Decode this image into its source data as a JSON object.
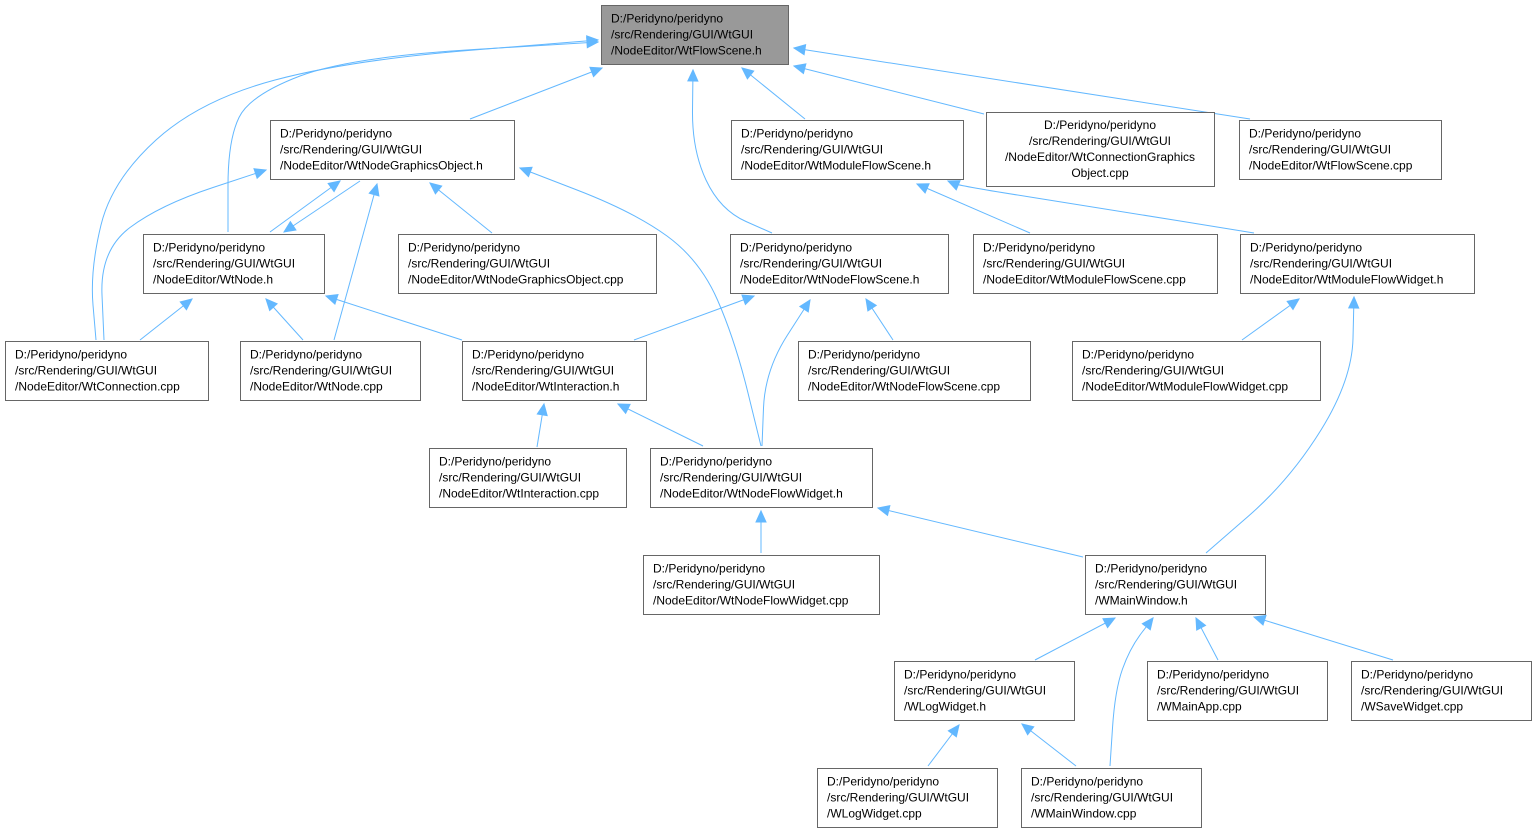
{
  "diagram": {
    "type": "include-dependency-graph",
    "edge_color": "#63b8ff",
    "root_fill": "#999999",
    "node_fill": "#ffffff",
    "node_border": "#666666",
    "nodes": [
      {
        "id": "root",
        "lines": [
          "D:/Peridyno/peridyno",
          "/src/Rendering/GUI/WtGUI",
          "/NodeEditor/WtFlowScene.h"
        ]
      },
      {
        "id": "ngo_h",
        "lines": [
          "D:/Peridyno/peridyno",
          "/src/Rendering/GUI/WtGUI",
          "/NodeEditor/WtNodeGraphicsObject.h"
        ]
      },
      {
        "id": "mfs_h",
        "lines": [
          "D:/Peridyno/peridyno",
          "/src/Rendering/GUI/WtGUI",
          "/NodeEditor/WtModuleFlowScene.h"
        ]
      },
      {
        "id": "cgo_cpp",
        "lines": [
          "D:/Peridyno/peridyno",
          "/src/Rendering/GUI/WtGUI",
          "/NodeEditor/WtConnectionGraphics",
          "Object.cpp"
        ]
      },
      {
        "id": "fs_cpp",
        "lines": [
          "D:/Peridyno/peridyno",
          "/src/Rendering/GUI/WtGUI",
          "/NodeEditor/WtFlowScene.cpp"
        ]
      },
      {
        "id": "node_h",
        "lines": [
          "D:/Peridyno/peridyno",
          "/src/Rendering/GUI/WtGUI",
          "/NodeEditor/WtNode.h"
        ]
      },
      {
        "id": "ngo_cpp",
        "lines": [
          "D:/Peridyno/peridyno",
          "/src/Rendering/GUI/WtGUI",
          "/NodeEditor/WtNodeGraphicsObject.cpp"
        ]
      },
      {
        "id": "nfs_h",
        "lines": [
          "D:/Peridyno/peridyno",
          "/src/Rendering/GUI/WtGUI",
          "/NodeEditor/WtNodeFlowScene.h"
        ]
      },
      {
        "id": "mfs_cpp",
        "lines": [
          "D:/Peridyno/peridyno",
          "/src/Rendering/GUI/WtGUI",
          "/NodeEditor/WtModuleFlowScene.cpp"
        ]
      },
      {
        "id": "mfw_h",
        "lines": [
          "D:/Peridyno/peridyno",
          "/src/Rendering/GUI/WtGUI",
          "/NodeEditor/WtModuleFlowWidget.h"
        ]
      },
      {
        "id": "conn_cpp",
        "lines": [
          "D:/Peridyno/peridyno",
          "/src/Rendering/GUI/WtGUI",
          "/NodeEditor/WtConnection.cpp"
        ]
      },
      {
        "id": "node_cpp",
        "lines": [
          "D:/Peridyno/peridyno",
          "/src/Rendering/GUI/WtGUI",
          "/NodeEditor/WtNode.cpp"
        ]
      },
      {
        "id": "inter_h",
        "lines": [
          "D:/Peridyno/peridyno",
          "/src/Rendering/GUI/WtGUI",
          "/NodeEditor/WtInteraction.h"
        ]
      },
      {
        "id": "nfs_cpp",
        "lines": [
          "D:/Peridyno/peridyno",
          "/src/Rendering/GUI/WtGUI",
          "/NodeEditor/WtNodeFlowScene.cpp"
        ]
      },
      {
        "id": "mfw_cpp",
        "lines": [
          "D:/Peridyno/peridyno",
          "/src/Rendering/GUI/WtGUI",
          "/NodeEditor/WtModuleFlowWidget.cpp"
        ]
      },
      {
        "id": "inter_cpp",
        "lines": [
          "D:/Peridyno/peridyno",
          "/src/Rendering/GUI/WtGUI",
          "/NodeEditor/WtInteraction.cpp"
        ]
      },
      {
        "id": "nfw_h",
        "lines": [
          "D:/Peridyno/peridyno",
          "/src/Rendering/GUI/WtGUI",
          "/NodeEditor/WtNodeFlowWidget.h"
        ]
      },
      {
        "id": "nfw_cpp",
        "lines": [
          "D:/Peridyno/peridyno",
          "/src/Rendering/GUI/WtGUI",
          "/NodeEditor/WtNodeFlowWidget.cpp"
        ]
      },
      {
        "id": "mainwin_h",
        "lines": [
          "D:/Peridyno/peridyno",
          "/src/Rendering/GUI/WtGUI",
          "/WMainWindow.h"
        ]
      },
      {
        "id": "log_h",
        "lines": [
          "D:/Peridyno/peridyno",
          "/src/Rendering/GUI/WtGUI",
          "/WLogWidget.h"
        ]
      },
      {
        "id": "mainapp_cpp",
        "lines": [
          "D:/Peridyno/peridyno",
          "/src/Rendering/GUI/WtGUI",
          "/WMainApp.cpp"
        ]
      },
      {
        "id": "save_cpp",
        "lines": [
          "D:/Peridyno/peridyno",
          "/src/Rendering/GUI/WtGUI",
          "/WSaveWidget.cpp"
        ]
      },
      {
        "id": "log_cpp",
        "lines": [
          "D:/Peridyno/peridyno",
          "/src/Rendering/GUI/WtGUI",
          "/WLogWidget.cpp"
        ]
      },
      {
        "id": "mainwin_cpp",
        "lines": [
          "D:/Peridyno/peridyno",
          "/src/Rendering/GUI/WtGUI",
          "/WMainWindow.cpp"
        ]
      }
    ],
    "edges": [
      {
        "from": "ngo_h",
        "to": "root"
      },
      {
        "from": "mfs_h",
        "to": "root"
      },
      {
        "from": "cgo_cpp",
        "to": "root"
      },
      {
        "from": "fs_cpp",
        "to": "root"
      },
      {
        "from": "node_h",
        "to": "root"
      },
      {
        "from": "nfs_h",
        "to": "root"
      },
      {
        "from": "conn_cpp",
        "to": "root"
      },
      {
        "from": "node_h",
        "to": "ngo_h"
      },
      {
        "from": "ngo_h",
        "to": "node_h"
      },
      {
        "from": "ngo_cpp",
        "to": "ngo_h"
      },
      {
        "from": "conn_cpp",
        "to": "ngo_h"
      },
      {
        "from": "node_cpp",
        "to": "ngo_h"
      },
      {
        "from": "nfw_h",
        "to": "ngo_h"
      },
      {
        "from": "conn_cpp",
        "to": "node_h"
      },
      {
        "from": "node_cpp",
        "to": "node_h"
      },
      {
        "from": "inter_h",
        "to": "node_h"
      },
      {
        "from": "mfs_cpp",
        "to": "mfs_h"
      },
      {
        "from": "mfw_h",
        "to": "mfs_h"
      },
      {
        "from": "inter_h",
        "to": "nfs_h"
      },
      {
        "from": "nfs_cpp",
        "to": "nfs_h"
      },
      {
        "from": "nfw_h",
        "to": "nfs_h"
      },
      {
        "from": "mfw_cpp",
        "to": "mfw_h"
      },
      {
        "from": "mainwin_h",
        "to": "mfw_h"
      },
      {
        "from": "inter_cpp",
        "to": "inter_h"
      },
      {
        "from": "nfw_h",
        "to": "inter_h"
      },
      {
        "from": "nfw_cpp",
        "to": "nfw_h"
      },
      {
        "from": "mainwin_h",
        "to": "nfw_h"
      },
      {
        "from": "log_h",
        "to": "mainwin_h"
      },
      {
        "from": "mainapp_cpp",
        "to": "mainwin_h"
      },
      {
        "from": "save_cpp",
        "to": "mainwin_h"
      },
      {
        "from": "mainwin_cpp",
        "to": "mainwin_h"
      },
      {
        "from": "log_cpp",
        "to": "log_h"
      },
      {
        "from": "mainwin_cpp",
        "to": "log_h"
      }
    ]
  }
}
